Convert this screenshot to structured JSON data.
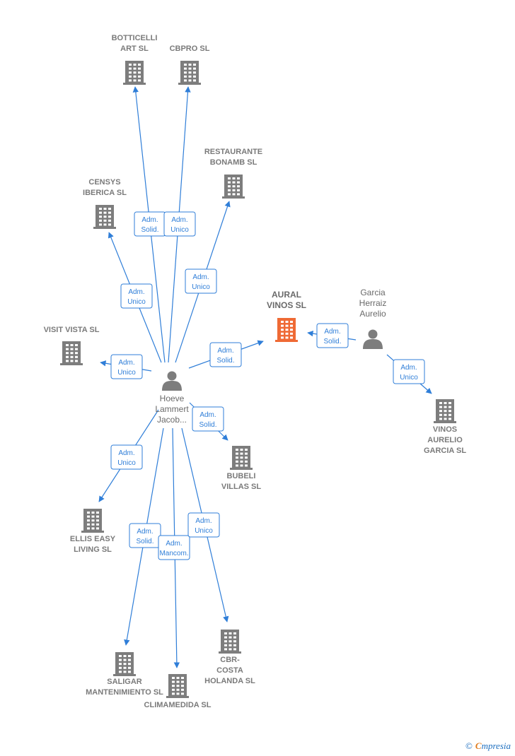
{
  "colors": {
    "company": "#7d7d7d",
    "focus": "#ef6a35",
    "edge": "#2f7ed8",
    "person": "#7d7d7d"
  },
  "nodes": [
    {
      "id": "botticelli",
      "kind": "company",
      "label": [
        "BOTTICELLI",
        "ART SL"
      ]
    },
    {
      "id": "cbpro",
      "kind": "company",
      "label": [
        "CBPRO SL"
      ]
    },
    {
      "id": "restaurante",
      "kind": "company",
      "label": [
        "RESTAURANTE",
        "BONAMB SL"
      ]
    },
    {
      "id": "censys",
      "kind": "company",
      "label": [
        "CENSYS",
        "IBERICA SL"
      ]
    },
    {
      "id": "visitvista",
      "kind": "company",
      "label": [
        "VISIT VISTA SL"
      ]
    },
    {
      "id": "aural",
      "kind": "focus",
      "label": [
        "AURAL",
        "VINOS SL"
      ]
    },
    {
      "id": "garcia",
      "kind": "person",
      "label": [
        "Garcia",
        "Herraiz",
        "Aurelio"
      ]
    },
    {
      "id": "hoeve",
      "kind": "person",
      "label": [
        "Hoeve",
        "Lammert",
        "Jacob..."
      ]
    },
    {
      "id": "vinos",
      "kind": "company",
      "label": [
        "VINOS",
        "AURELIO",
        "GARCIA SL"
      ]
    },
    {
      "id": "bubeli",
      "kind": "company",
      "label": [
        "BUBELI",
        "VILLAS SL"
      ]
    },
    {
      "id": "ellis",
      "kind": "company",
      "label": [
        "ELLIS EASY",
        "LIVING SL"
      ]
    },
    {
      "id": "saligar",
      "kind": "company",
      "label": [
        "SALIGAR",
        "MANTENIMIENTO SL"
      ]
    },
    {
      "id": "climamedida",
      "kind": "company",
      "label": [
        "CLIMAMEDIDA SL"
      ]
    },
    {
      "id": "cbrcosta",
      "kind": "company",
      "label": [
        "CBR-",
        "COSTA",
        "HOLANDA SL"
      ]
    }
  ],
  "edges": [
    {
      "from": "hoeve",
      "to": "botticelli",
      "label": [
        "Adm.",
        "Solid."
      ]
    },
    {
      "from": "hoeve",
      "to": "cbpro",
      "label": [
        "Adm.",
        "Unico"
      ]
    },
    {
      "from": "hoeve",
      "to": "restaurante",
      "label": [
        "Adm.",
        "Unico"
      ]
    },
    {
      "from": "hoeve",
      "to": "censys",
      "label": [
        "Adm.",
        "Unico"
      ]
    },
    {
      "from": "hoeve",
      "to": "visitvista",
      "label": [
        "Adm.",
        "Unico"
      ]
    },
    {
      "from": "hoeve",
      "to": "aural",
      "label": [
        "Adm.",
        "Solid."
      ]
    },
    {
      "from": "garcia",
      "to": "aural",
      "label": [
        "Adm.",
        "Solid."
      ]
    },
    {
      "from": "garcia",
      "to": "vinos",
      "label": [
        "Adm.",
        "Unico"
      ]
    },
    {
      "from": "hoeve",
      "to": "bubeli",
      "label": [
        "Adm.",
        "Solid."
      ]
    },
    {
      "from": "hoeve",
      "to": "ellis",
      "label": [
        "Adm.",
        "Unico"
      ]
    },
    {
      "from": "hoeve",
      "to": "saligar",
      "label": [
        "Adm.",
        "Solid."
      ]
    },
    {
      "from": "hoeve",
      "to": "climamedida",
      "label": [
        "Adm.",
        "Mancom."
      ]
    },
    {
      "from": "hoeve",
      "to": "cbrcosta",
      "label": [
        "Adm.",
        "Unico"
      ]
    }
  ],
  "footer": {
    "copyright": "©",
    "brand_first": "C",
    "brand_rest": "mpresia"
  }
}
